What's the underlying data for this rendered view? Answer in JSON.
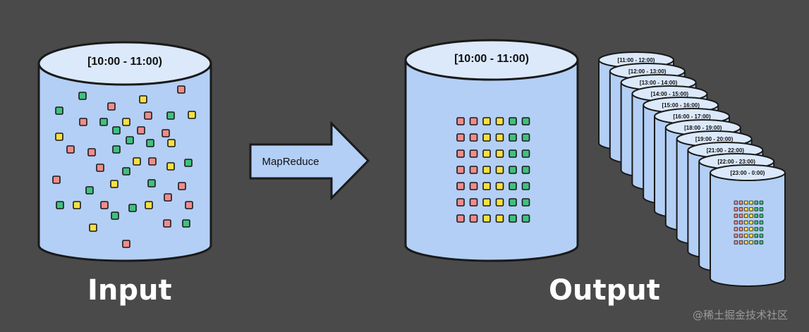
{
  "input": {
    "label": "Input",
    "cylinder_label": "[10:00 - 11:00)",
    "dot_colors": [
      "#f08c8c",
      "#40c080",
      "#f8e040",
      "#f08c8c",
      "#40c080",
      "#f8e040",
      "#f08c8c",
      "#40c080"
    ]
  },
  "arrow": {
    "label": "MapReduce"
  },
  "output": {
    "label": "Output",
    "cylinder_label": "[10:00 - 11:00)",
    "grid_rows": 7,
    "grid_cols": 6,
    "row_colors": [
      "#f08c8c",
      "#f08c8c",
      "#f8e040",
      "#f8e040",
      "#40c080",
      "#40c080"
    ],
    "stack_labels": [
      "[11:00 - 12:00)",
      "[12:00 - 13:00)",
      "[13:00 - 14:00)",
      "[14:00 - 15:00)",
      "[15:00 - 16:00)",
      "[16:00 - 17:00)",
      "[18:00 - 19:00)",
      "[19:00 - 20:00)",
      "[21:00 - 22:00)",
      "[22:00 - 23:00)",
      "[23:00 - 0:00)"
    ]
  },
  "colors": {
    "background": "#4a4a4a",
    "cylinder_fill": "#b3cff5",
    "cylinder_top": "#dbe9fb",
    "stroke": "#1a1a1a"
  },
  "watermark": "@稀土掘金技术社区"
}
